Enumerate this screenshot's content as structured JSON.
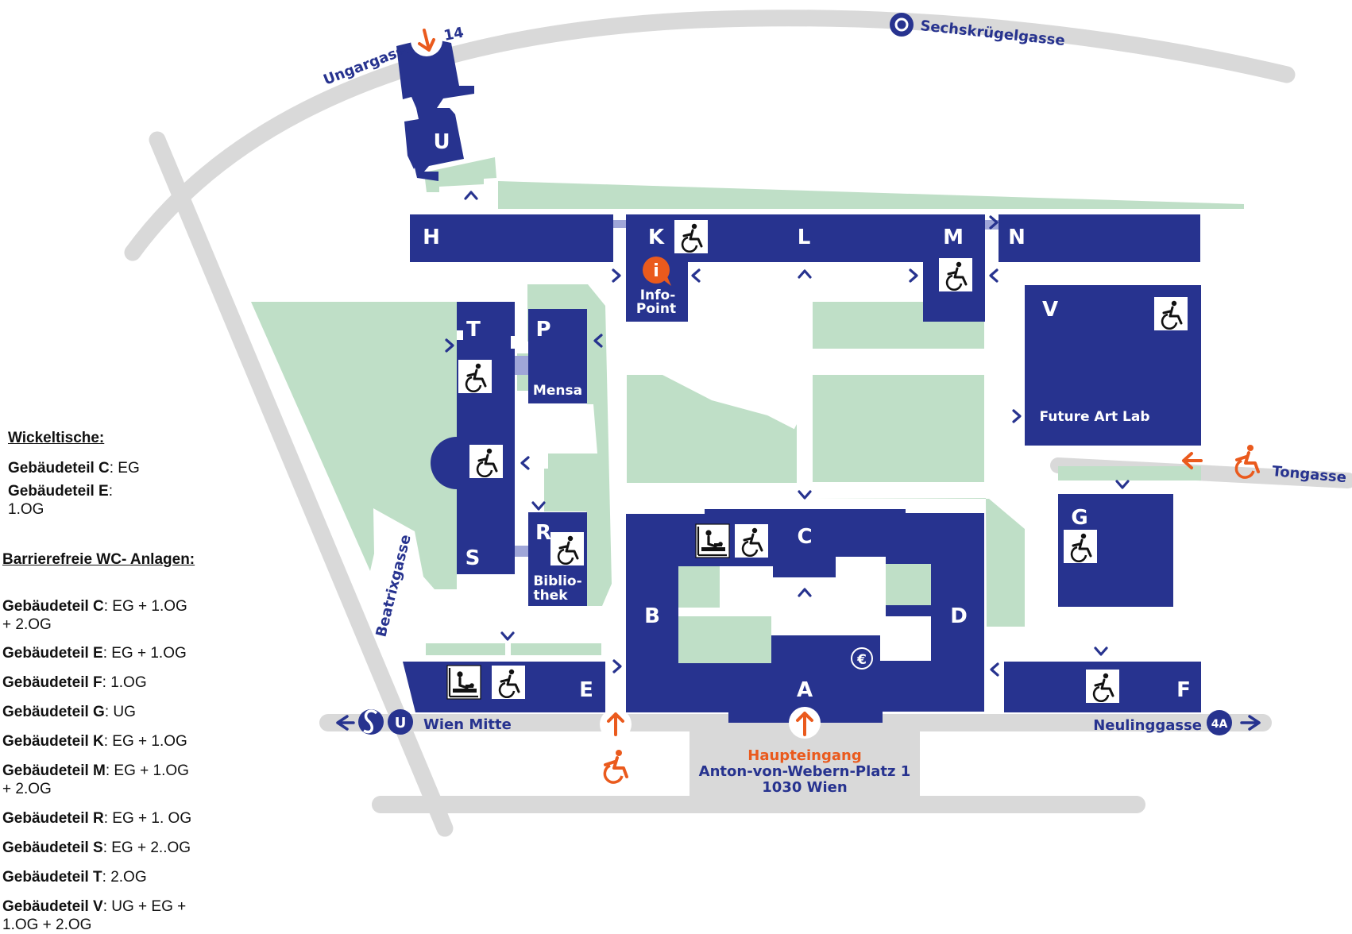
{
  "colors": {
    "building": "#27338f",
    "green": "#bfdfc7",
    "street": "#d9d9d9",
    "accent": "#ea5a1d",
    "connector": "#9fa6d8"
  },
  "legend": {
    "wickel_title": "Wickeltische:",
    "wickel": [
      {
        "part": "Gebäudeteil C",
        "floors": ": EG"
      },
      {
        "part": "Gebäudeteil E",
        "floors": ":"
      },
      {
        "part": "",
        "floors": "1.OG"
      }
    ],
    "wc_title": "Barrierefreie WC- Anlagen:",
    "wc": [
      {
        "part": "Gebäudeteil C",
        "floors": ": EG + 1.OG",
        "cont": "+ 2.OG"
      },
      {
        "part": "Gebäudeteil E",
        "floors": ": EG + 1.OG"
      },
      {
        "part": "Gebäudeteil F",
        "floors": ": 1.OG"
      },
      {
        "part": "Gebäudeteil G",
        "floors": ": UG"
      },
      {
        "part": "Gebäudeteil K",
        "floors": ": EG + 1.OG"
      },
      {
        "part": "Gebäudeteil M",
        "floors": ": EG + 1.OG",
        "cont": "+ 2.OG"
      },
      {
        "part": "Gebäudeteil R",
        "floors": ": EG + 1. OG"
      },
      {
        "part": "Gebäudeteil S",
        "floors": ": EG + 2..OG"
      },
      {
        "part": "Gebäudeteil T",
        "floors": ": 2.OG"
      },
      {
        "part": "Gebäudeteil V",
        "floors": ": UG + EG +",
        "cont": "1.OG + 2.OG"
      }
    ]
  },
  "streets": {
    "ungargasse": "Ungargasse",
    "ungargasse_no": "14",
    "sechskruegelgasse": "Sechskrügelgasse",
    "sechs_badge": "O",
    "tongasse": "Tongasse",
    "beatrixgasse": "Beatrixgasse",
    "wien_mitte": "Wien Mitte",
    "u_badge": "U",
    "neulinggasse": "Neulinggasse",
    "bus_badge": "4A"
  },
  "buildings": {
    "H": "H",
    "K": "K",
    "L": "L",
    "M": "M",
    "N": "N",
    "U": "U",
    "T": "T",
    "P": "P",
    "S": "S",
    "R": "R",
    "V": "V",
    "G": "G",
    "C": "C",
    "B": "B",
    "D": "D",
    "A": "A",
    "E": "E",
    "F": "F"
  },
  "labels": {
    "info_badge": "i",
    "info1": "Info-",
    "info2": "Point",
    "mensa": "Mensa",
    "biblio1": "Biblio-",
    "biblio2": "thek",
    "future_art_lab": "Future Art Lab",
    "euro": "€"
  },
  "entrance": {
    "title": "Haupteingang",
    "address": "Anton-von-Webern-Platz 1",
    "city": "1030 Wien"
  }
}
